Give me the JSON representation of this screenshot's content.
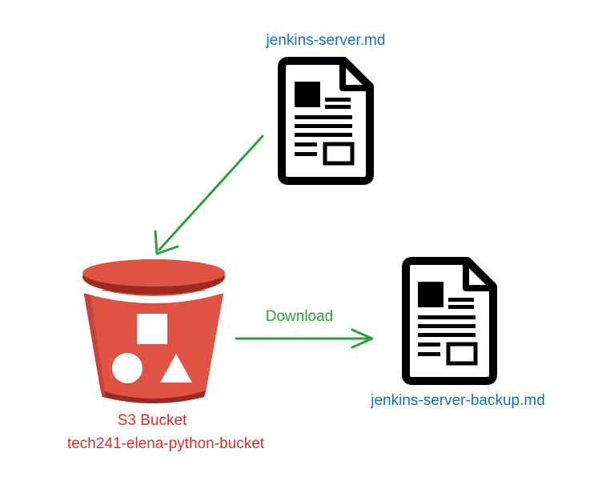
{
  "source_file": {
    "name": "jenkins-server.md",
    "icon": "document-icon"
  },
  "backup_file": {
    "name": "jenkins-server-backup.md",
    "icon": "document-icon"
  },
  "bucket": {
    "type_label": "S3 Bucket",
    "name": "tech241-elena-python-bucket",
    "icon": "s3-bucket-icon"
  },
  "actions": {
    "download_label": "Download"
  },
  "colors": {
    "file_label": "#1a6fc4",
    "bucket_label": "#d9302c",
    "arrow": "#2e9e3e",
    "bucket_fill": "#e05243",
    "bucket_dark": "#9b2b20",
    "icon_dark": "#000000"
  }
}
